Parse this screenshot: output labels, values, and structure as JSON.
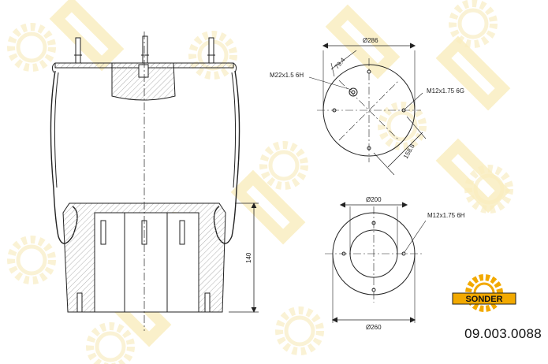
{
  "brand": {
    "logo_text": "SONDER",
    "accent_color": "#f2a900",
    "watermark_color": "#f6e6b0"
  },
  "part_number": "09.003.0088",
  "top_plate": {
    "diameter_label": "Ø286",
    "center_thread_label": "M22x1.5 6H",
    "stud_thread_label": "M12x1.75 6G",
    "angle_offset_label": "79.4",
    "bolt_spacing_label": "158.8"
  },
  "bottom_plate": {
    "diameter_top_label": "Ø200",
    "diameter_bottom_label": "Ø260",
    "thread_label": "M12x1.75 6H"
  },
  "side_view": {
    "height_label": "140"
  }
}
